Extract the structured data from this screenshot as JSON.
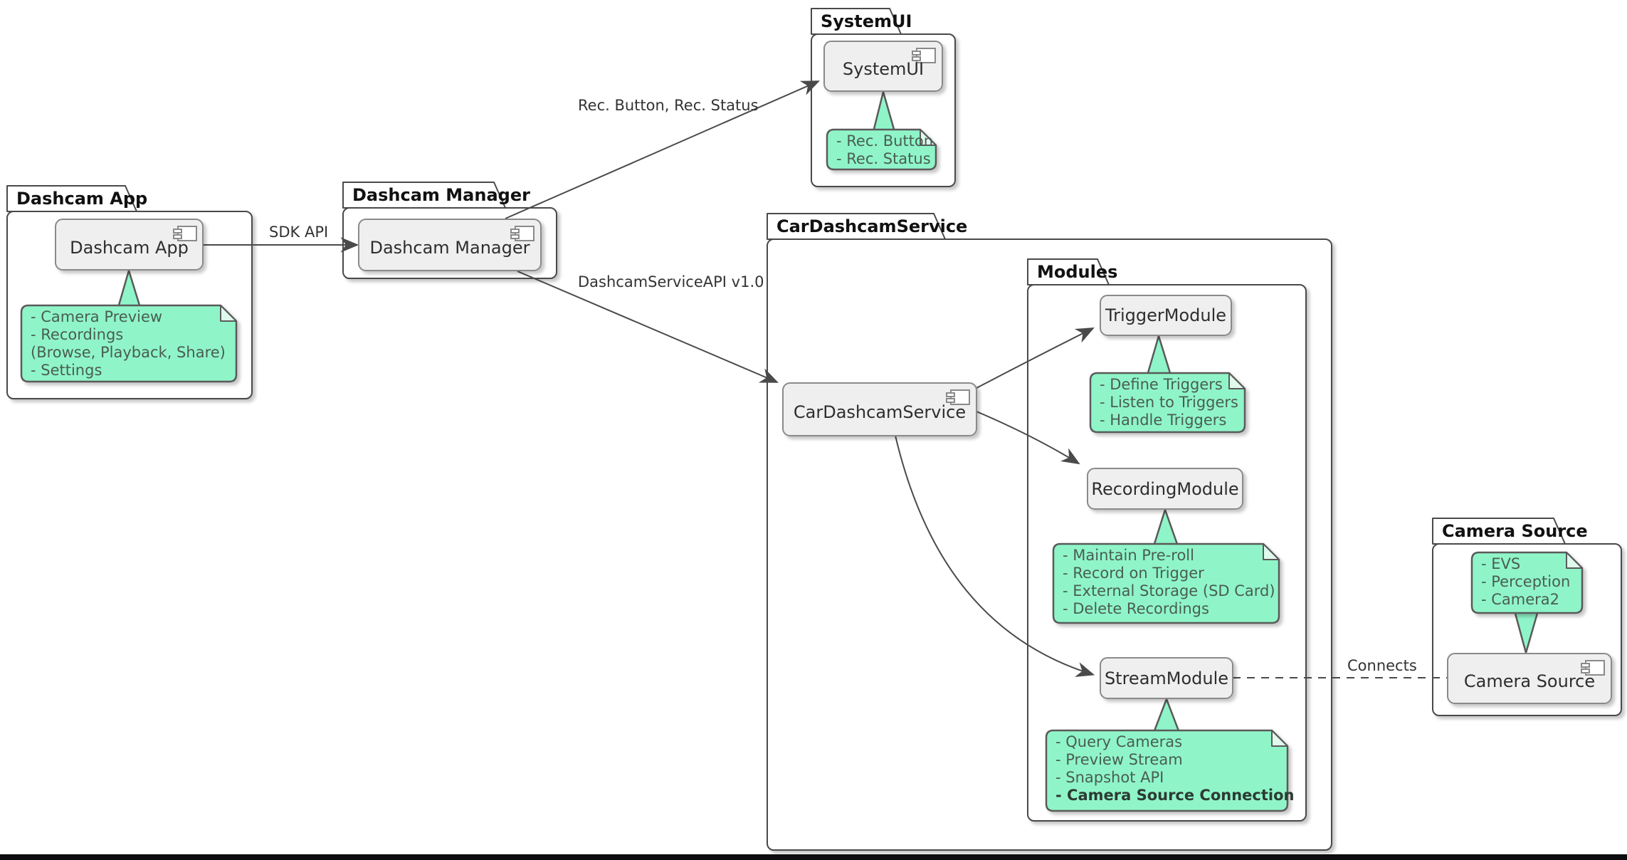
{
  "packages": {
    "dashcam_app": {
      "title": "Dashcam App",
      "component": "Dashcam App",
      "note": [
        "- Camera Preview",
        "- Recordings",
        "(Browse, Playback, Share)",
        "- Settings"
      ]
    },
    "dashcam_manager": {
      "title": "Dashcam Manager",
      "component": "Dashcam Manager"
    },
    "systemui": {
      "title": "SystemUI",
      "component": "SystemUI",
      "note": [
        "- Rec. Button",
        "- Rec. Status"
      ]
    },
    "car_dashcam_service": {
      "title": "CarDashcamService",
      "component": "CarDashcamService"
    },
    "modules": {
      "title": "Modules",
      "trigger_module": {
        "component": "TriggerModule",
        "note": [
          "- Define Triggers",
          "- Listen to Triggers",
          "- Handle Triggers"
        ]
      },
      "recording_module": {
        "component": "RecordingModule",
        "note": [
          "- Maintain Pre-roll",
          "- Record on Trigger",
          "- External Storage (SD Card)",
          "- Delete Recordings"
        ]
      },
      "stream_module": {
        "component": "StreamModule",
        "note": [
          "- Query Cameras",
          "- Preview Stream",
          "- Snapshot API",
          "- Camera Source Connection"
        ]
      }
    },
    "camera_source": {
      "title": "Camera Source",
      "component": "Camera Source",
      "note": [
        "- EVS",
        "- Perception",
        "- Camera2"
      ]
    }
  },
  "edge_labels": {
    "sdk_api": "SDK API",
    "rec": "Rec. Button, Rec. Status",
    "service_api": "DashcamServiceAPI v1.0",
    "connects": "Connects"
  },
  "colors": {
    "note_fill": "#8FF5C8",
    "note_border": "#5A5A5A",
    "component_fill": "#EFEFEF",
    "component_border": "#8A8A8A",
    "package_border": "#4A4A4A",
    "edge_color": "#4A4A4A",
    "bottom_bar": "#0D0D0F"
  }
}
